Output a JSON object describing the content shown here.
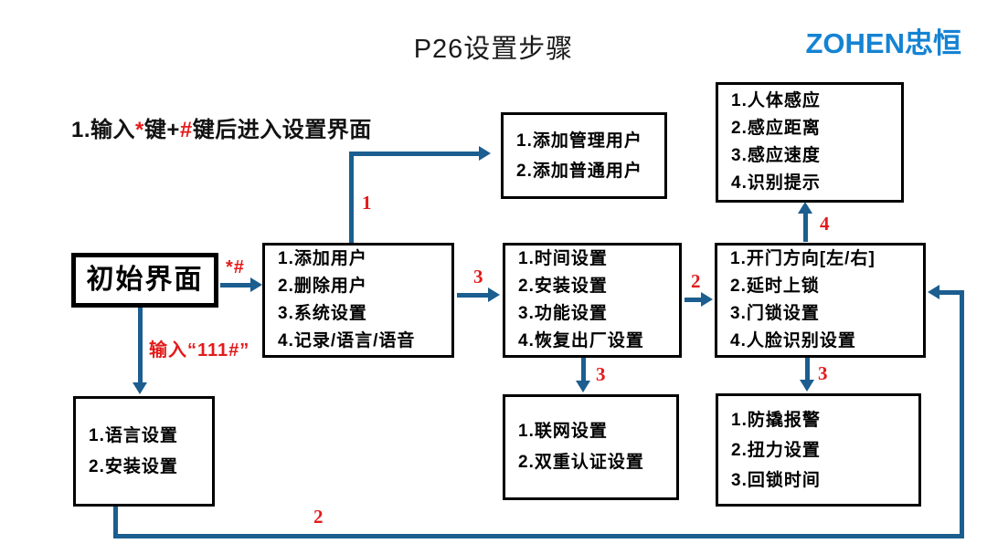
{
  "title": "P26设置步骤",
  "logo": {
    "latin": "ZOHEN",
    "cjk": "忠恒"
  },
  "instruction": {
    "seg1": "1.输入",
    "star": "*",
    "seg2": "键+",
    "hash": "#",
    "seg3": "键后进入设置界面"
  },
  "colors": {
    "connector": "#1b5e8f",
    "label_red": "#e31b1b",
    "logo_blue": "#1583d3"
  },
  "nodes": {
    "initial": {
      "label": "初始界面"
    },
    "main_menu": {
      "lines": [
        "1.添加用户",
        "2.删除用户",
        "3.系统设置",
        "4.记录/语言/语音"
      ]
    },
    "add_user": {
      "lines": [
        "1.添加管理用户",
        "2.添加普通用户"
      ]
    },
    "system": {
      "lines": [
        "1.时间设置",
        "2.安装设置",
        "3.功能设置",
        "4.恢复出厂设置"
      ]
    },
    "door": {
      "lines": [
        "1.开门方向[左/右]",
        "2.延时上锁",
        "3.门锁设置",
        "4.人脸识别设置"
      ]
    },
    "sensor": {
      "lines": [
        "1.人体感应",
        "2.感应距离",
        "3.感应速度",
        "4.识别提示"
      ]
    },
    "network": {
      "lines": [
        "1.联网设置",
        "2.双重认证设置"
      ]
    },
    "alarm": {
      "lines": [
        "1.防撬报警",
        "2.扭力设置",
        "3.回锁时间"
      ]
    },
    "language": {
      "lines": [
        "1.语言设置",
        "2.安装设置"
      ]
    }
  },
  "edges": {
    "initial_to_main": "*#",
    "initial_to_language": "输入“111#”",
    "main_to_adduser": "1",
    "main_to_system": "3",
    "system_to_door": "2",
    "door_to_sensor": "4",
    "system_to_network": "3",
    "door_to_alarm": "3",
    "loop_back": "2"
  }
}
